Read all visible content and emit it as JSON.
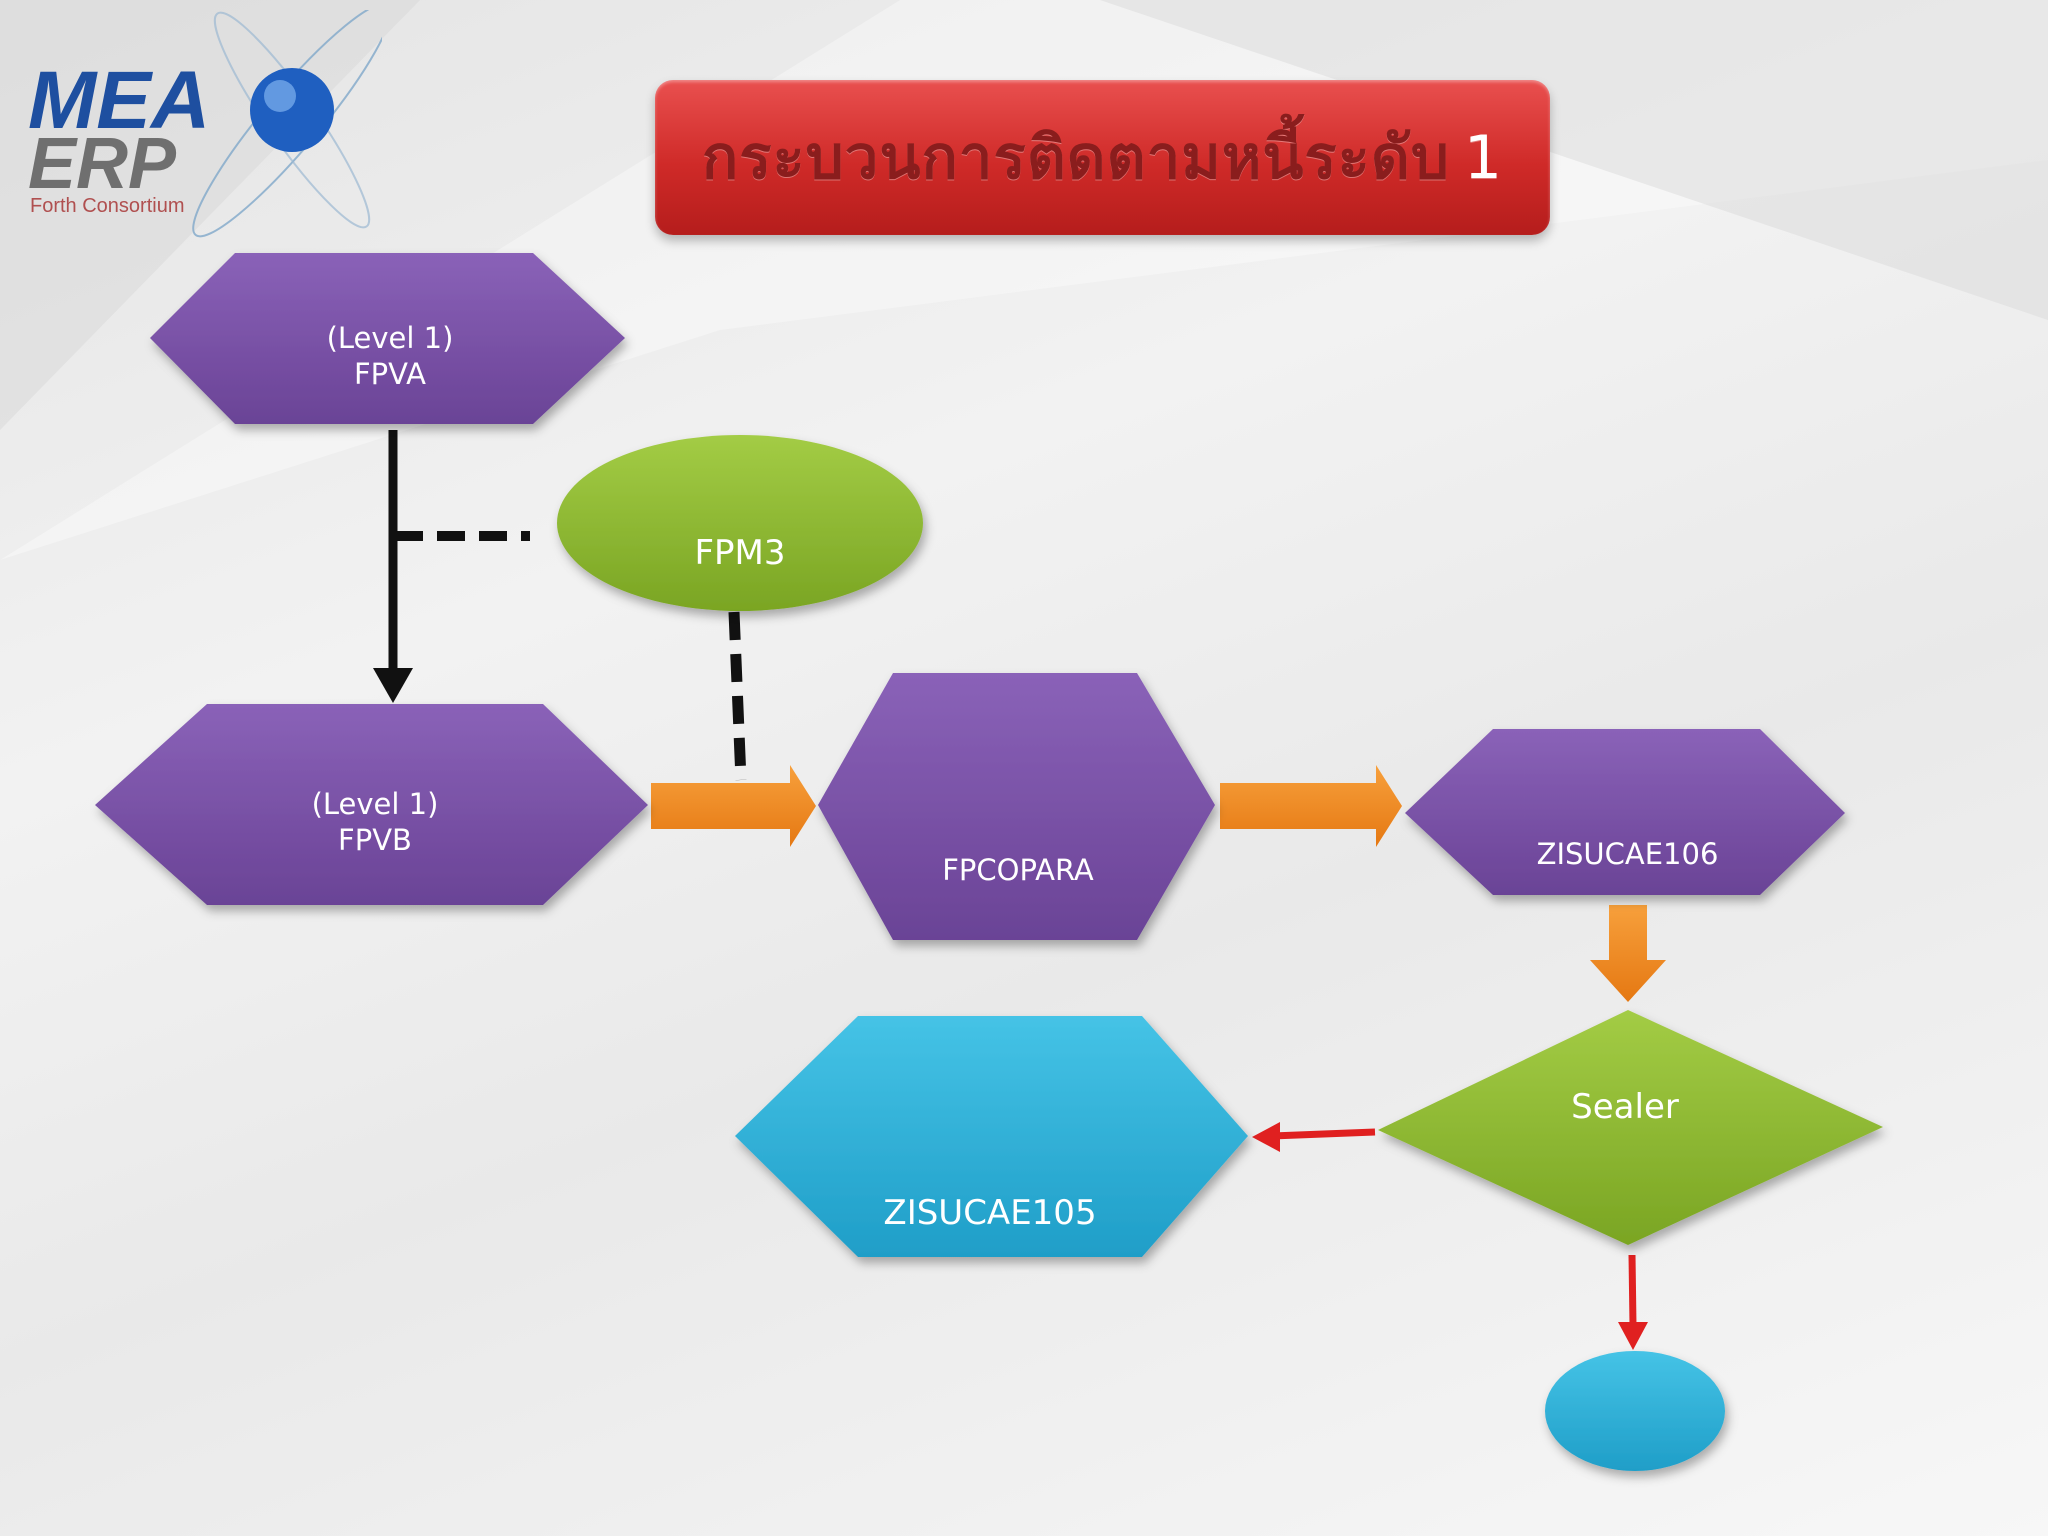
{
  "logo": {
    "line1": "MEA",
    "line2": "ERP",
    "tagline": "Forth Consortium"
  },
  "title": {
    "text": "กระบวนการติดตามหนี้ระดับ",
    "number": "1"
  },
  "nodes": {
    "fpva": {
      "line1": "(Level 1)",
      "line2": "FPVA"
    },
    "fpvb": {
      "line1": "(Level 1)",
      "line2": "FPVB"
    },
    "fpm3": {
      "label": "FPM3"
    },
    "fpcopara": {
      "label": "FPCOPARA"
    },
    "zisucae106": {
      "label": "ZISUCAE106"
    },
    "sealer": {
      "label": "Sealer"
    },
    "zisucae105": {
      "label": "ZISUCAE105"
    },
    "terminal": {
      "label": ""
    }
  },
  "colors": {
    "purple": "#7b52a8",
    "green": "#8dbb30",
    "blue": "#2fb3d9",
    "orange": "#f08a24",
    "red": "#e02020",
    "title_red": "#cf2a28"
  }
}
